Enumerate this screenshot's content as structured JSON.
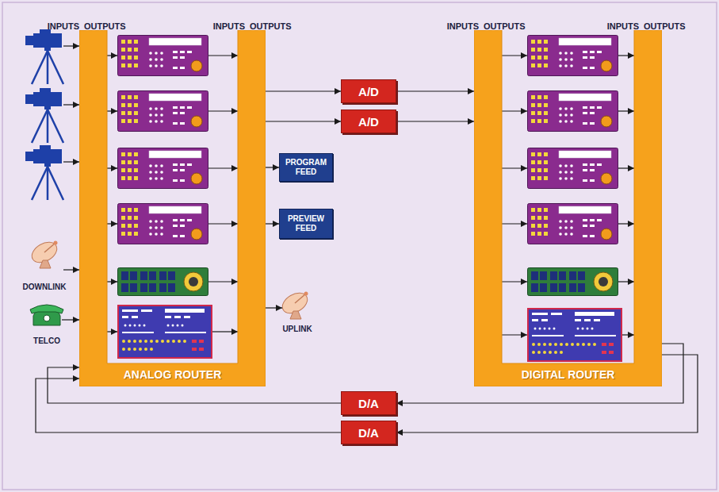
{
  "diagram": {
    "nodes": [
      {
        "text": [
          "ANALOG ROUTER"
        ]
      },
      {
        "text": [
          "DIGITAL ROUTER"
        ]
      },
      {
        "text": [
          "A/D"
        ]
      },
      {
        "text": [
          "A/D"
        ]
      },
      {
        "text": [
          "PROGRAM FEED"
        ]
      },
      {
        "text": [
          "PREVIEW FEED"
        ]
      },
      {
        "text": [
          "D/A"
        ]
      },
      {
        "text": [
          "D/A"
        ]
      }
    ],
    "edges": [
      {
        "from": 0,
        "to": 2,
        "arrow": "to"
      },
      {
        "from": 0,
        "to": 3,
        "arrow": "to"
      },
      {
        "from": 2,
        "to": 1,
        "arrow": "to"
      },
      {
        "from": 3,
        "to": 1,
        "arrow": "to"
      },
      {
        "from": 0,
        "to": 4,
        "arrow": "to"
      },
      {
        "from": 0,
        "to": 5,
        "arrow": "to"
      },
      {
        "from": 1,
        "to": 6,
        "arrow": "to"
      },
      {
        "from": 1,
        "to": 7,
        "arrow": "to"
      },
      {
        "from": 6,
        "to": 0,
        "arrow": "to"
      },
      {
        "from": 7,
        "to": 0,
        "arrow": "to"
      }
    ],
    "labels": [
      "INPUTS",
      "OUTPUTS",
      "INPUTS",
      "OUTPUTS",
      "INPUTS",
      "OUTPUTS",
      "INPUTS",
      "OUTPUTS",
      "DOWNLINK",
      "TELCO",
      "UPLINK"
    ]
  }
}
